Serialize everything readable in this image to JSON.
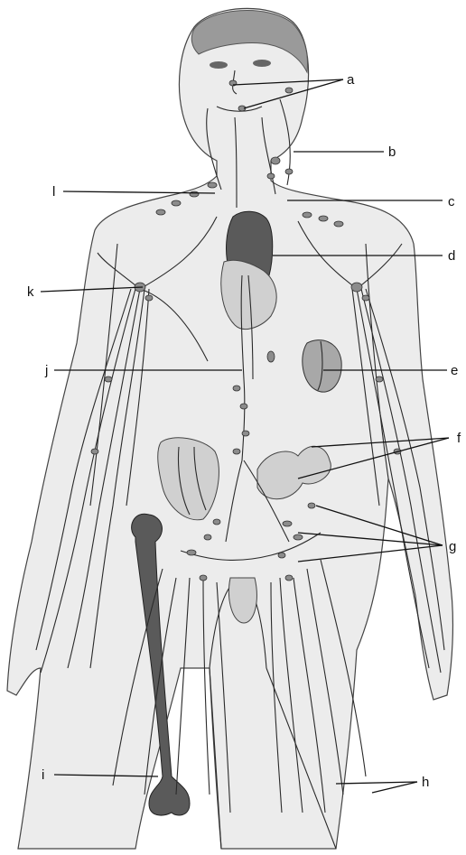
{
  "labels": {
    "a": "a",
    "b": "b",
    "c": "c",
    "d": "d",
    "e": "e",
    "f": "f",
    "g": "g",
    "h": "h",
    "i": "i",
    "j": "j",
    "k": "k",
    "l": "l"
  }
}
